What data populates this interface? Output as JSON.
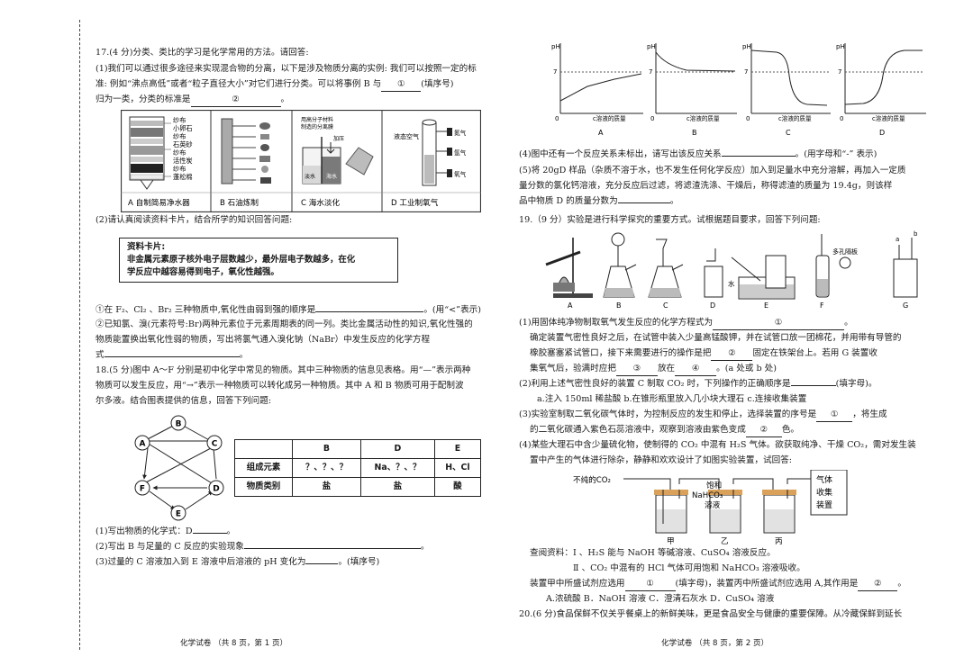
{
  "left": {
    "q17": {
      "title": "17.(4 分)分类、类比的学习是化学常用的方法。请回答:",
      "p1_line1": "(1)我们可以通过很多途径来实现混合物的分离，以下是涉及物质分离的实例: 我们可以按照一定的标",
      "p1_line2": "准: 例如“沸点高低”或者“粒子直径大小”对它们进行分类。可以将事例 B 与",
      "p1_blank1": "①",
      "p1_after1": "(填序号)",
      "p1_line3_pre": "归为一类，分类的标准是",
      "p1_blank2": "②",
      "p1_line3_post": "。",
      "figures": [
        {
          "label": "A 自制简易净水器",
          "layers": [
            "纱布",
            "小卵石",
            "纱布",
            "石英砂",
            "纱布",
            "活性炭",
            "纱布",
            "蓬松棉"
          ]
        },
        {
          "label": "B 石油炼制"
        },
        {
          "label": "C 海水淡化",
          "text1": "用高分子材料",
          "text2": "制造的分离膜",
          "text3": "加压",
          "text4": "淡水",
          "text5": "海水"
        },
        {
          "label": "D 工业制氧气",
          "text1": "液态空气",
          "gas1": "氮气",
          "gas2": "氩气",
          "gas3": "氧气"
        }
      ],
      "p2": "(2)请认真阅读资料卡片，结合所学的知识回答问题:",
      "card_title": "资料卡片:",
      "card_line1": "非金属元素原子核外电子层数越少，最外层电子数越多，在化",
      "card_line2": "学反应中越容易得到电子，氧化性越强。",
      "q2_1_pre": "①在 F₂、Cl₂ 、Br₂ 三种物质中,氧化性由弱到强的顺序是",
      "q2_1_post": "。(用“<”表示)",
      "q2_2_line1": "②已知氯、溴(元素符号:Br)两种元素位于元素周期表的同一列。类比金属活动性的知识,氧化性强的",
      "q2_2_line2": "物质能置换出氧化性弱的物质，写出将氯气通入溴化钠（NaBr）中发生反应的化学方程",
      "q2_2_line3": "式",
      "q2_2_end": "。"
    },
    "q18": {
      "line1": "18.(5 分)图中 A～F 分别是初中化学中常见的物质。其中三种物质的信息见表格。用“—”表示两种",
      "line2": "物质可以发生反应，用“→”表示一种物质可以转化成另一种物质。其中 A 和 B 物质可用于配制波",
      "line3": "尔多液。结合图表提供的信息，回答下列问题:",
      "nodes": [
        "A",
        "B",
        "C",
        "D",
        "E",
        "F"
      ],
      "table": {
        "headers": [
          "",
          "B",
          "D",
          "E"
        ],
        "rows": [
          [
            "组成元素",
            "？、？、？",
            "Na、？、？",
            "H、Cl"
          ],
          [
            "物质类别",
            "盐",
            "盐",
            "酸"
          ]
        ]
      },
      "q1": "(1)写出物质的化学式：D",
      "q1_end": "。",
      "q2": "(2)写出 B 与足量的 C 反应的实验现象",
      "q2_end": "。",
      "q3": "(3)过量的 C 溶液加入到 E 溶液中后溶液的 pH 变化为",
      "q3_end": "。(填序号)"
    },
    "footer": "化学试卷 （共 8 页，第 1 页）"
  },
  "right": {
    "graphs": [
      {
        "label": "A",
        "ylabel": "pH",
        "mark": "7",
        "xlabel": "c溶液的质量",
        "origin": "0"
      },
      {
        "label": "B",
        "ylabel": "pH",
        "mark": "7",
        "xlabel": "c溶液的质量",
        "origin": "0"
      },
      {
        "label": "C",
        "ylabel": "pH",
        "mark": "7",
        "xlabel": "c溶液的质量",
        "origin": "0"
      },
      {
        "label": "D",
        "ylabel": "pH",
        "mark": "7",
        "xlabel": "c溶液的质量",
        "origin": "0"
      }
    ],
    "q18_4": "(4)图中还有一个反应关系未标出，请写出该反应关系",
    "q18_4_end": "。(用字母和“-” 表示)",
    "q18_5_line1": "(5)将 20gD 样品（杂质不溶于水，也不发生任何化学反应）加入到足量水中充分溶解，再加入一定质",
    "q18_5_line2": "量分数的氯化钙溶液，充分反应后过滤，将滤渣洗涤、干燥后，称得滤渣的质量为 19.4g，则该样",
    "q18_5_line3": "品中物质 D 的质量分数为",
    "q18_5_end": "。",
    "q19_title": "19.（9 分）实验是进行科学探究的重要方式。试根据题目要求，回答下列问题:",
    "apparatus": [
      "A",
      "B",
      "C",
      "D",
      "E",
      "F",
      "G"
    ],
    "apparatus_water": "水",
    "apparatus_plate": "多孔隔板",
    "apparatus_ga": "a",
    "apparatus_gb": "b",
    "q19_1_pre": "(1)用固体纯净物制取氧气发生反应的化学方程式为",
    "q19_1_blank": "①",
    "q19_1_end": "。",
    "q19_1_l2": "确定装置气密性良好之后，在试管中装入少量高锰酸钾，并在试管口放一团棉花，并用带有导管的",
    "q19_1_l3_pre": "橡胶塞塞紧试管口，接下来需要进行的操作是把",
    "q19_1_l3_blank": "②",
    "q19_1_l3_post": "固定在铁架台上。若用 G 装置收",
    "q19_1_l4_pre": "集氧气后，验满时应把",
    "q19_1_l4_b3": "③",
    "q19_1_l4_mid": "放在",
    "q19_1_l4_b4": "④",
    "q19_1_l4_post": "。(a 处或 b 处)",
    "q19_2": "(2)利用上述气密性良好的装置 C 制取 CO₂ 时，下列操作的正确顺序是",
    "q19_2_end": "(填字母)。",
    "q19_2_opts": "a.注入 150ml 稀盐酸    b.在锥形瓶里放入几小块大理石    c.连接收集装置",
    "q19_3_pre": "(3)实验室制取二氧化碳气体时，为控制反应的发生和停止，选择装置的序号是",
    "q19_3_blank1": "①",
    "q19_3_post": "，将生成",
    "q19_3_l2_pre": "的二氧化碳通入紫色石蕊溶液中，观察到溶液由紫色变成",
    "q19_3_blank2": "②",
    "q19_3_l2_post": "色。",
    "q19_4_l1": "(4)某些大理石中含少量硫化物，使制得的 CO₂ 中混有 H₂S 气体。欲获取纯净、干燥 CO₂，需对发生装",
    "q19_4_l2": "置中产生的气体进行除杂，静静和欢欢设计了如图实验装置，试回答:",
    "purify": {
      "impure": "不纯的CO₂",
      "reagent1": "饱和",
      "reagent2": "NaHCO₃",
      "reagent3": "溶液",
      "box1": "气体",
      "box2": "收集",
      "box3": "装置",
      "jia": "甲",
      "yi": "乙",
      "bing": "丙"
    },
    "ref1": "查阅资料：Ⅰ 、H₂S 能与 NaOH 等碱溶液、CuSO₄ 溶液反应。",
    "ref2": "Ⅱ 、CO₂ 中混有的 HCl 气体可用饱和 NaHCO₃ 溶液吸收。",
    "q19_4_a_pre": "装置甲中所盛试剂应选用",
    "q19_4_a_blank": "①",
    "q19_4_a_mid": "(填字母)，装置丙中所盛试剂应选用 A,其作用是",
    "q19_4_a_blank2": "②",
    "q19_4_a_end": "。",
    "q19_4_opts": "A.浓硫酸    B．NaOH 溶液  C．澄清石灰水    D．CuSO₄ 溶液",
    "q20": "20.(6 分)食品保鲜不仅关乎餐桌上的新鲜美味，更是食品安全与健康的重要保障。从冷藏保鲜到延长",
    "footer": "化学试卷 （共 8 页，第 2 页）"
  },
  "colors": {
    "ink": "#1a1a1a",
    "panel_bg": "#f4f4f4",
    "figure_gray": "#9a9a9a"
  }
}
